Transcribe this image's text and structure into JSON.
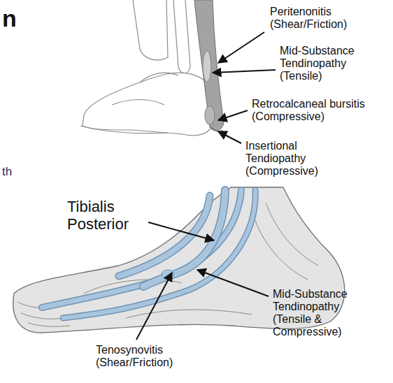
{
  "diagram": {
    "labels": [
      "n",
      "Peritenonitis",
      "(Shear/Friction)",
      "Mid-Substance Tendinopathy",
      "(Tensile)",
      "Retrocalcaneal bursitis",
      "(Compressive)",
      "Insertional Tendiopathy",
      "(Compressive)",
      "th",
      "Tibialis Posterior",
      "Mid-Substance Tendinopathy",
      "(Tensile & Compressive)",
      "Tenosynovitis",
      "(Shear/Friction)"
    ]
  }
}
